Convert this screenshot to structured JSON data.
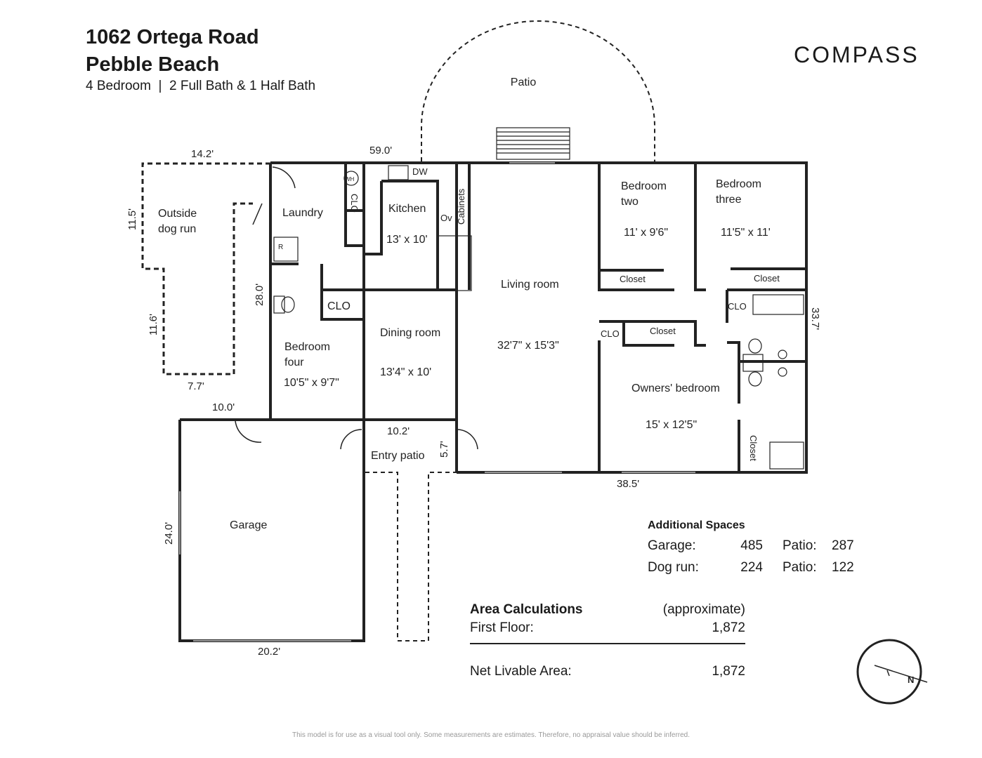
{
  "header": {
    "address_line1": "1062 Ortega Road",
    "address_line2": "Pebble Beach",
    "summary": "4 Bedroom  |  2 Full Bath & 1 Half Bath"
  },
  "brand": {
    "logo": "COMPASS"
  },
  "rooms": {
    "patio": "Patio",
    "outside_dog_run_1": "Outside",
    "outside_dog_run_2": "dog run",
    "laundry": "Laundry",
    "kitchen": "Kitchen",
    "kitchen_size": "13' x 10'",
    "living_room": "Living room",
    "living_room_size": "32'7\" x 15'3\"",
    "bedroom_two_1": "Bedroom",
    "bedroom_two_2": "two",
    "bedroom_two_size": "11' x 9'6\"",
    "bedroom_three_1": "Bedroom",
    "bedroom_three_2": "three",
    "bedroom_three_size": "11'5\" x 11'",
    "closet": "Closet",
    "clo": "CLO",
    "dining_room": "Dining room",
    "dining_room_size": "13'4\" x 10'",
    "bedroom_four_1": "Bedroom",
    "bedroom_four_2": "four",
    "bedroom_four_size": "10'5\" x 9'7\"",
    "owners_bedroom": "Owners' bedroom",
    "owners_bedroom_size": "15' x 12'5\"",
    "entry_patio": "Entry patio",
    "garage": "Garage",
    "dw": "DW",
    "wh": "WH",
    "ov": "Ov",
    "cabinets": "Cabinets",
    "r": "R"
  },
  "dimensions": {
    "d_14_2": "14.2'",
    "d_59_0": "59.0'",
    "d_11_5": "11.5'",
    "d_11_6": "11.6'",
    "d_7_7": "7.7'",
    "d_28_0": "28.0'",
    "d_10_0": "10.0'",
    "d_10_2": "10.2'",
    "d_5_7": "5.7'",
    "d_33_7": "33.7'",
    "d_38_5": "38.5'",
    "d_24_0": "24.0'",
    "d_20_2": "20.2'"
  },
  "additional_spaces": {
    "title": "Additional Spaces",
    "rows": [
      {
        "label": "Garage:",
        "value": "485",
        "label2": "Patio:",
        "value2": "287"
      },
      {
        "label": "Dog run:",
        "value": "224",
        "label2": "Patio:",
        "value2": "122"
      }
    ]
  },
  "area_calculations": {
    "title": "Area Calculations",
    "note": "(approximate)",
    "first_floor_label": "First Floor:",
    "first_floor_value": "1,872",
    "net_label": "Net Livable Area:",
    "net_value": "1,872"
  },
  "compass": {
    "north_label": "N"
  },
  "disclaimer": "This model is for use as a visual tool only.  Some measurements are estimates.  Therefore, no appraisal value should be inferred."
}
